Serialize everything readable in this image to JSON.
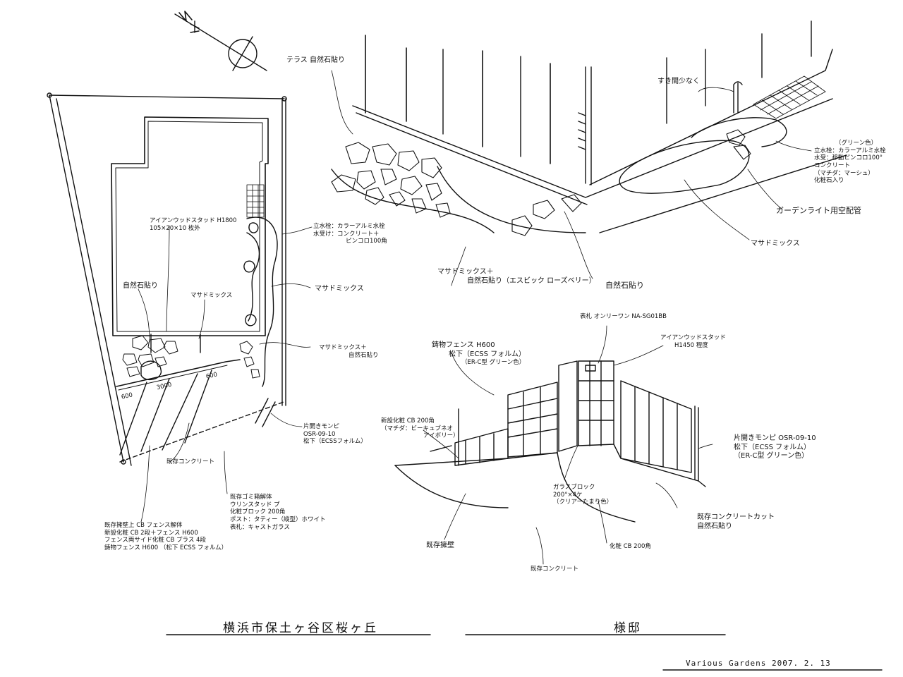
{
  "plan": {
    "wood_fence": [
      "アイアンウッドスタッド H1800",
      "105×20×10 枚外"
    ],
    "natural_stone": "自然石貼り",
    "masa_mix_small": "マサドミックス",
    "faucet": [
      "立水栓：カラーアルミ水栓",
      "水受け：コンクリート＋",
      "ピンコロ100角"
    ],
    "masa_mix": "マサドミックス",
    "masa_mix_stone": [
      "マサドミックス＋",
      "自然石貼り"
    ],
    "gate": [
      "片開きモンピ",
      "OSR-09-10",
      "松下（ECSSフォルム）"
    ],
    "existing_concrete": "既存コンクリート",
    "dim_3000": "3000",
    "dim_600a": "600",
    "dim_600b": "600",
    "existing_wall": [
      "既存擁壁上 CB フェンス解体",
      "新設化粧 CB 2段＋フェンス H600",
      "フェンス両サイド化粧 CB プラス 4段",
      "鋳物フェンス H600 （松下 ECSS フォルム）"
    ],
    "existing_bin": [
      "既存ゴミ箱解体",
      "ウリンスタッド プ",
      "化粧ブロック 200角",
      "ポスト：タティー（縦型）ホワイト",
      "表札：キャストガラス"
    ]
  },
  "perspective_top": {
    "terrace": "テラス 自然石貼り",
    "no_gap": "すき間少なく",
    "faucet": [
      "（グリーン色）",
      "立水栓：カラーアルミ水栓",
      "水受：移動ピンコロ100°",
      "コンクリート",
      "（マチダ：マーシュ）",
      "化粧石入り"
    ],
    "light_pipe": "ガーデンライト用空配管",
    "masa_mix": "マサドミックス",
    "masa_mix_stone": [
      "マサドミックス＋",
      "自然石貼り（エスビック ローズベリー）"
    ],
    "natural_stone": "自然石貼り"
  },
  "perspective_bottom": {
    "nameplate": "表札 オンリーワン NA-SG01BB",
    "stud": [
      "アイアンウッドスタッド",
      "H1450 程度"
    ],
    "cast_fence": [
      "鋳物フェンス H600",
      "松下（ECSS フォルム）",
      "（ER-C型 グリーン色）"
    ],
    "new_cb": [
      "新設化粧 CB 200角",
      "（マチダ：ビーキュブネオ",
      "アイボリー）"
    ],
    "gate": [
      "片開きモンピ OSR-09-10",
      "松下（ECSS フォルム）",
      "（ER-C型 グリーン色）"
    ],
    "glass_block": [
      "ガラスブロック",
      "200°×4ケ",
      "（クリアーたまり色）"
    ],
    "concrete_cut": [
      "既存コンクリートカット",
      "自然石貼り"
    ],
    "existing_retaining": "既存擁壁",
    "decor_cb": "化粧 CB 200角",
    "existing_concrete": "既存コンクリート"
  },
  "footer": {
    "location": "横浜市保土ヶ谷区桜ヶ丘",
    "client": "様邸",
    "signature": "Various Gardens  2007. 2. 13"
  }
}
